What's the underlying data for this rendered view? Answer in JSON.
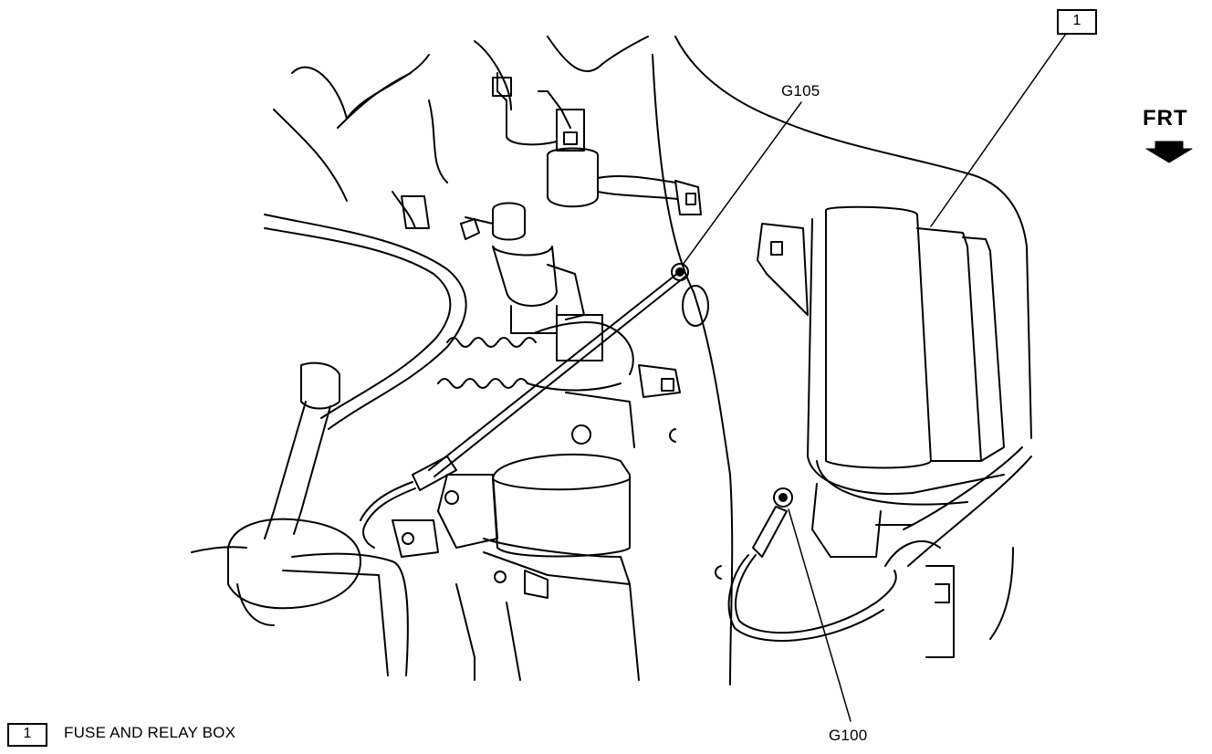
{
  "callouts": {
    "fuse_box_number": "1",
    "ground_g105": "G105",
    "ground_g100": "G100"
  },
  "orientation": {
    "label": "FRT"
  },
  "legend": [
    {
      "number": "1",
      "text": "FUSE AND RELAY BOX"
    }
  ]
}
